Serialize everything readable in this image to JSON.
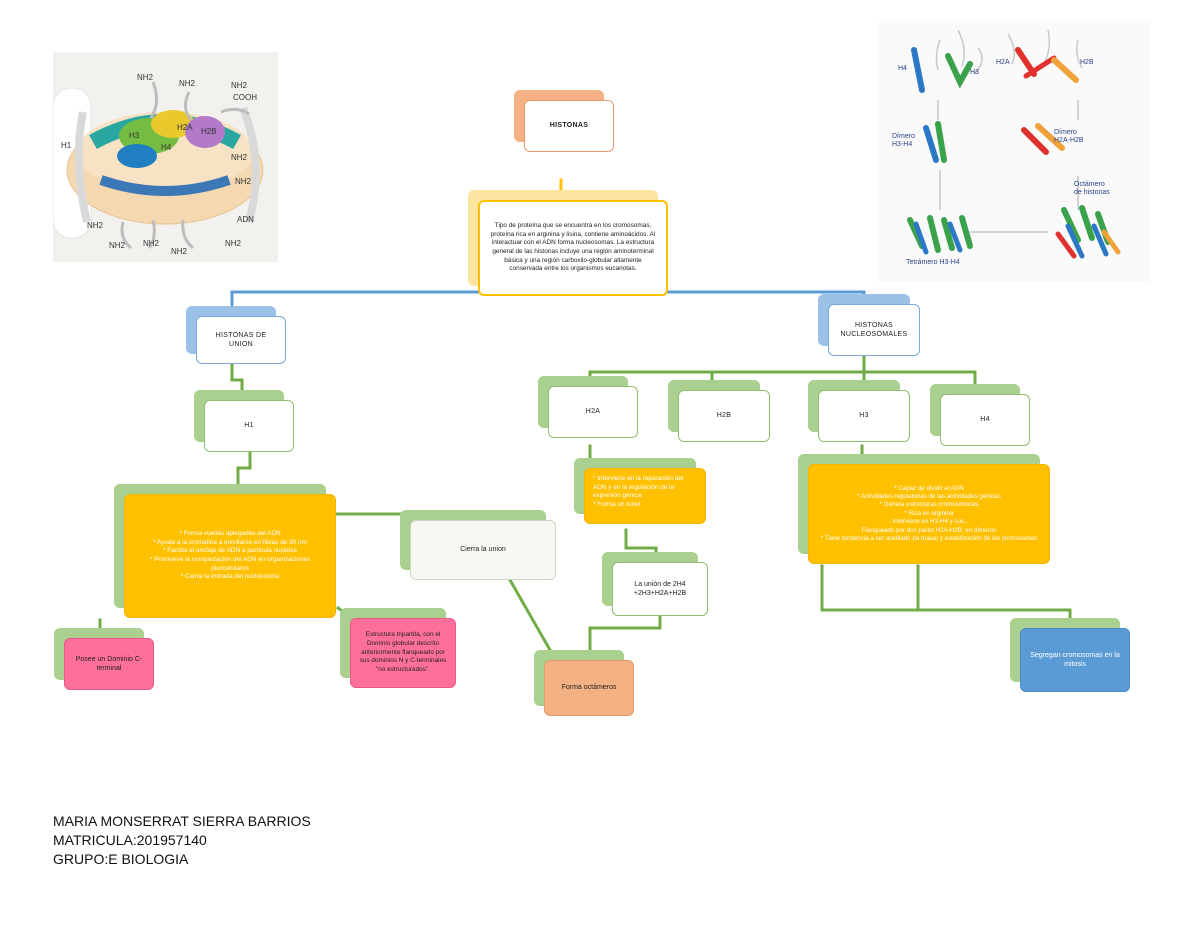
{
  "top_node": {
    "label": "HISTONAS"
  },
  "definition_node": {
    "text": "Tipo de proteína que se encuentra en los cromosomas, proteína rica en arginina y lisina, contiene aminoácidos. Al interactuar con el ADN forma nucleosomas. La estructura general de las histonas incluye una región aminoterminal básica y una región carboxilo-globular altamente conservada entre los organismos eucariotas."
  },
  "branches": {
    "union": {
      "label": "HISTONAS DE UNION"
    },
    "nucleosomales": {
      "label": "HISTONAS\nNUCLEOSOMALES"
    }
  },
  "union_children": {
    "h1": {
      "label": "H1"
    },
    "h1_functions": [
      "* Forma vueltas aplegadas del ADN",
      "* Ayuda a la cromatina a enrollarse en fibras de 30 nm",
      "* Facilita el anclaje de ADN a partícula nucleica",
      "* Promueve la compactación del ADN en organizaciones pluricelulares",
      "* Cierra la entrada del nucleosoma"
    ],
    "cierra": {
      "label": "Cierra la union"
    },
    "domains": {
      "label": "Posee un Dominio C-terminal"
    },
    "structure": {
      "label": "Estructura tripartita, con el Dominio globular descrito anteriormente flanqueado por sus dominios N y C-terminales \"no estructurados\"."
    },
    "octamer": {
      "label": "Forma octámeros"
    }
  },
  "nucleosomal_children": {
    "h2a": {
      "label": "H2A"
    },
    "h2b": {
      "label": "H2B"
    },
    "h3": {
      "label": "H3"
    },
    "h4": {
      "label": "H4"
    },
    "h2a_text": [
      "* Interviene en la reparación del ADN y en la regulación de la expresión génica",
      "* Forma un tunel"
    ],
    "union_text": {
      "label": "La unión de 2H4\n+2H3+H2A+H2B"
    },
    "h3_functions": [
      "* Capaz de dividir el ADN",
      "* Actividades regulatorias de las actividades génicas",
      "* Genera estructuras cromosómicas",
      "* Rica en arginina",
      "- Interviene en H3-H4 y sus...",
      "Flanqueado por dos pares H2A-H2B, en dímeros",
      "* Tiene tendencia a ser acetilado (la masa) y estabilización de los cromosomas"
    ],
    "segregation": {
      "label": "Segregan cromosomas en la mitosis"
    }
  },
  "figure_left": {
    "labels": [
      "H1",
      "NH2",
      "NH2",
      "NH2",
      "COOH",
      "H2A",
      "H2B",
      "H3",
      "H4",
      "NH2",
      "NH2",
      "ADN",
      "NH2",
      "NH2",
      "NH2",
      "NH2",
      "NH2"
    ]
  },
  "figure_right": {
    "labels": [
      "H4",
      "H3",
      "H2A",
      "H2B",
      "Dímero\nH3-H4",
      "Dímero\nH2A-H2B",
      "Octámero\nde histonas",
      "Tetrámero H3-H4"
    ]
  },
  "credits": {
    "name": "MARIA MONSERRAT SIERRA BARRIOS",
    "matricula": "MATRICULA:201957140",
    "grupo": "GRUPO:E BIOLOGIA"
  },
  "colors": {
    "connector_top": "#ffc000",
    "connector_blue": "#5b9bd5",
    "connector_green": "#70ad47",
    "yellow": "#ffc000",
    "pink": "#ff6f9c",
    "orange": "#f4b183",
    "blue": "#5b9bd5"
  }
}
